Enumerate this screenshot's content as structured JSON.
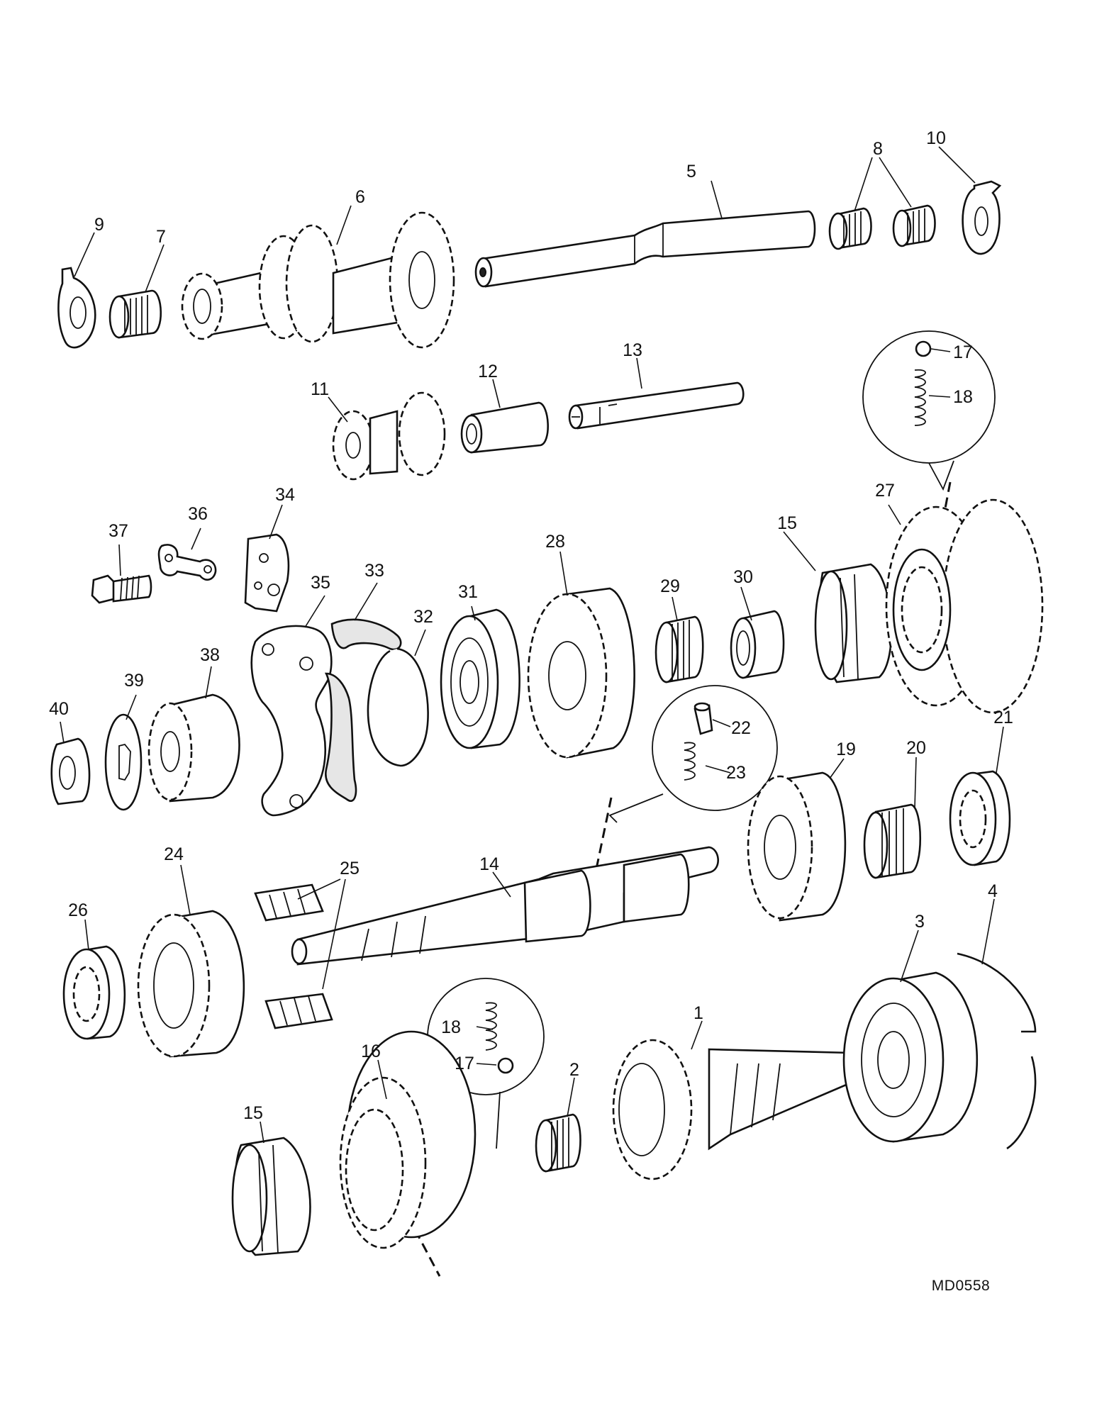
{
  "diagram": {
    "code": "MD0558",
    "callouts": [
      "1",
      "2",
      "3",
      "4",
      "5",
      "6",
      "7",
      "8",
      "9",
      "10",
      "11",
      "12",
      "13",
      "14",
      "15",
      "15",
      "16",
      "17",
      "17",
      "18",
      "18",
      "19",
      "20",
      "21",
      "22",
      "23",
      "24",
      "25",
      "26",
      "27",
      "28",
      "29",
      "30",
      "31",
      "32",
      "33",
      "34",
      "35",
      "36",
      "37",
      "38",
      "39",
      "40"
    ]
  }
}
